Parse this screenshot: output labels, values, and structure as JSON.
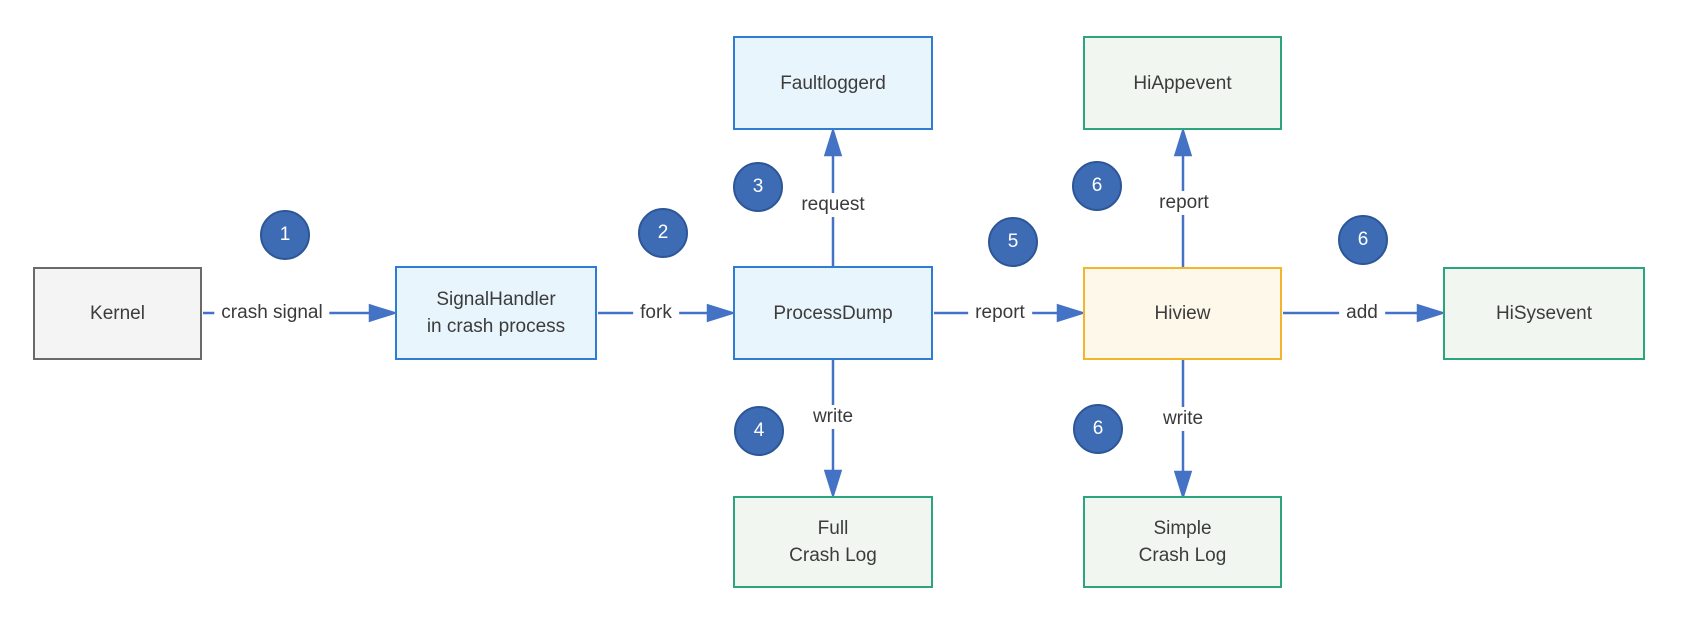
{
  "diagram": {
    "description": "Crash handling process flow",
    "nodes": [
      {
        "id": "kernel",
        "label": "Kernel",
        "style": "gray"
      },
      {
        "id": "signal-handler",
        "label": "SignalHandler\nin crash process",
        "style": "blue"
      },
      {
        "id": "process-dump",
        "label": "ProcessDump",
        "style": "blue"
      },
      {
        "id": "faultloggerd",
        "label": "Faultloggerd",
        "style": "blue"
      },
      {
        "id": "hiappevent",
        "label": "HiAppevent",
        "style": "green"
      },
      {
        "id": "hiview",
        "label": "Hiview",
        "style": "yellow"
      },
      {
        "id": "hisysevent",
        "label": "HiSysevent",
        "style": "green"
      },
      {
        "id": "full-crash-log",
        "label": "Full\nCrash Log",
        "style": "green"
      },
      {
        "id": "simple-crash-log",
        "label": "Simple\nCrash Log",
        "style": "green"
      }
    ],
    "edges": [
      {
        "from": "kernel",
        "to": "signal-handler",
        "label": "crash signal",
        "step": "1"
      },
      {
        "from": "signal-handler",
        "to": "process-dump",
        "label": "fork",
        "step": "2"
      },
      {
        "from": "process-dump",
        "to": "faultloggerd",
        "label": "request",
        "step": "3"
      },
      {
        "from": "process-dump",
        "to": "full-crash-log",
        "label": "write",
        "step": "4"
      },
      {
        "from": "process-dump",
        "to": "hiview",
        "label": "report",
        "step": "5"
      },
      {
        "from": "hiview",
        "to": "hiappevent",
        "label": "report",
        "step": "6"
      },
      {
        "from": "hiview",
        "to": "simple-crash-log",
        "label": "write",
        "step": "6"
      },
      {
        "from": "hiview",
        "to": "hisysevent",
        "label": "add",
        "step": "6"
      }
    ],
    "colors": {
      "arrow": "#4472C4",
      "step_badge_fill": "#3D6CB4",
      "step_badge_border": "#2D5697",
      "node_blue_border": "#2F7CD3",
      "node_blue_fill": "#E9F5FC",
      "node_green_border": "#2AA57E",
      "node_green_fill": "#F1F7F0",
      "node_yellow_border": "#F2B52B",
      "node_yellow_fill": "#FDF8E9",
      "node_gray_border": "#6A6A6A",
      "node_gray_fill": "#F4F4F4",
      "text": "#3C3C3C",
      "background": "#FFFFFF"
    }
  }
}
